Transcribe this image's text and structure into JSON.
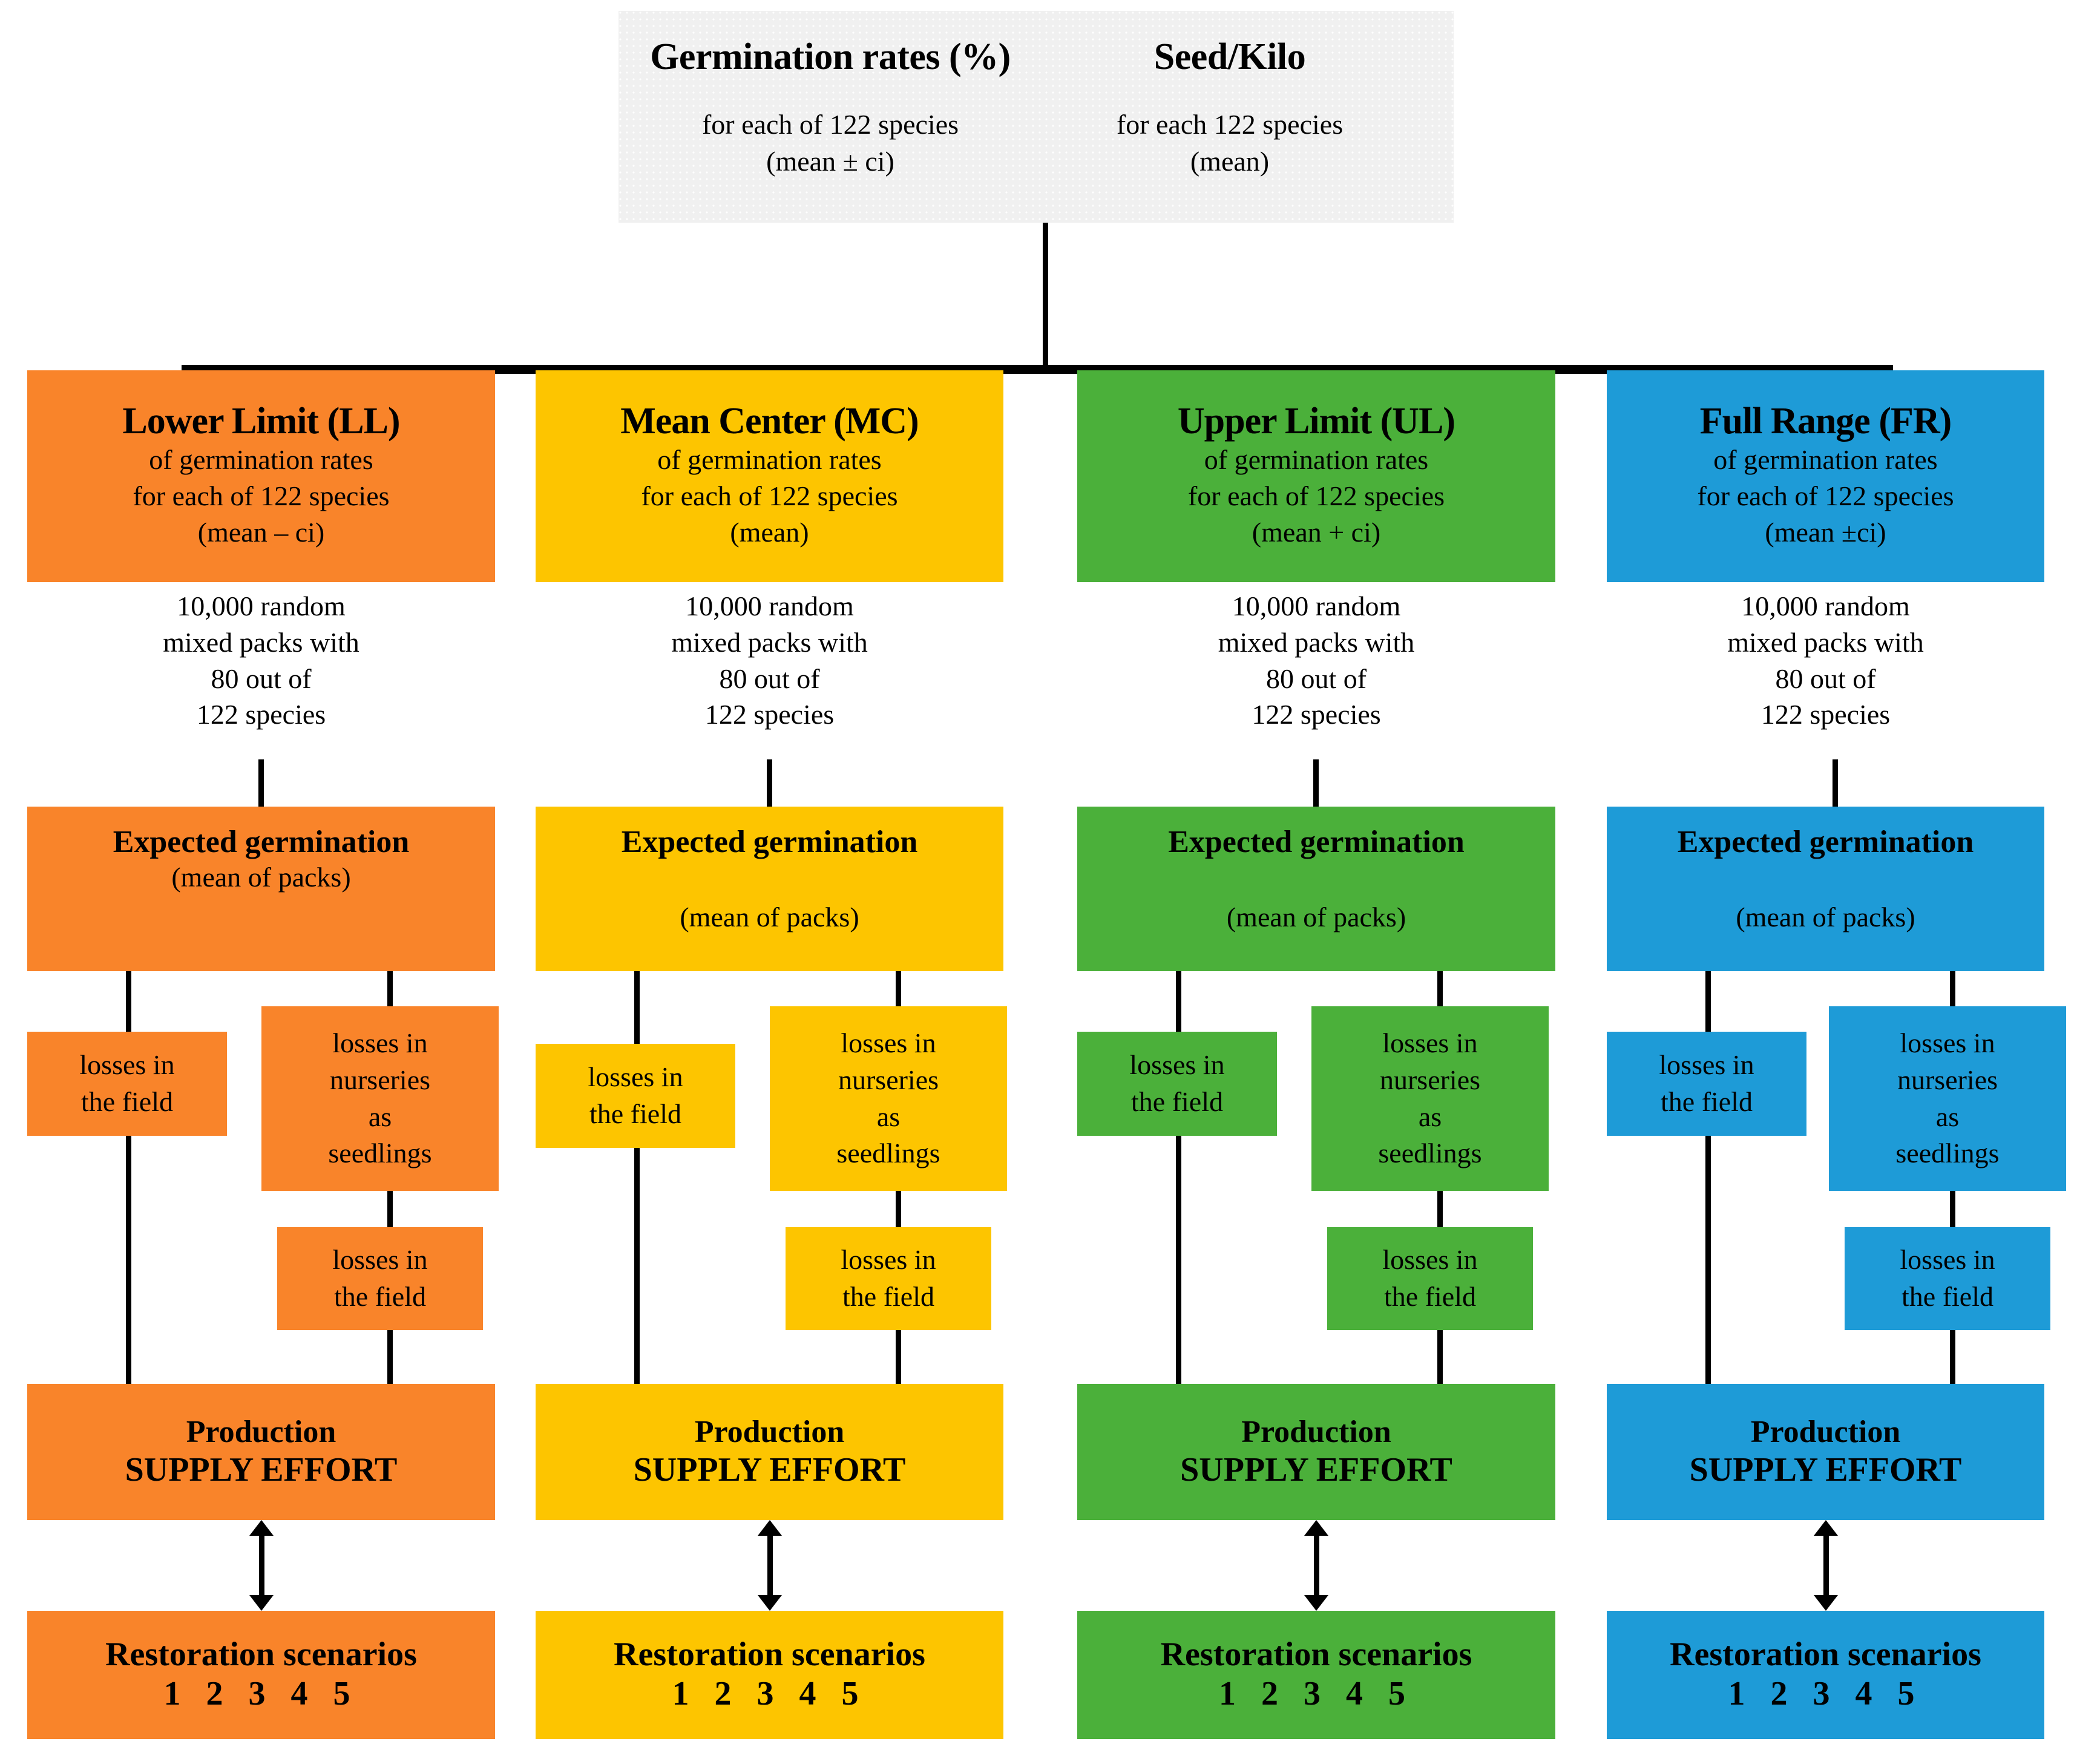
{
  "colors": {
    "orange": "#f9842a",
    "yellow": "#fdc500",
    "green": "#4bb03a",
    "blue": "#1e9bd7",
    "header_bg": "#f0f0f0",
    "line": "#000000"
  },
  "header": {
    "left_title": "Germination rates (%)",
    "left_sub_line1": "for each of 122 species",
    "left_sub_line2": "(mean ± ci)",
    "right_title": "Seed/Kilo",
    "right_sub_line1": "for each 122 species",
    "right_sub_line2": "(mean)"
  },
  "common": {
    "of_germination_rates": "of germination rates",
    "for_each_of_122_species": "for each of 122 species",
    "packs_l1": "10,000 random",
    "packs_l2": "mixed packs with",
    "packs_l3": "80 out of",
    "packs_l4": "122 species",
    "expected_germination": "Expected germination",
    "mean_of_packs": "(mean of packs)",
    "losses_field_l1": "losses in",
    "losses_field_l2": "the field",
    "losses_nursery_l1": "losses in",
    "losses_nursery_l2": "nurseries",
    "losses_nursery_l3": "as",
    "losses_nursery_l4": "seedlings",
    "production_l1": "Production",
    "production_l2": "SUPPLY EFFORT",
    "restoration_title": "Restoration scenarios",
    "restoration_numbers": "1 2 3 4 5"
  },
  "columns": [
    {
      "key": "LL",
      "title": "Lower Limit (LL)",
      "formula": "(mean – ci)",
      "color": "#f9842a"
    },
    {
      "key": "MC",
      "title": "Mean Center (MC)",
      "formula": "(mean)",
      "color": "#fdc500"
    },
    {
      "key": "UL",
      "title": "Upper Limit (UL)",
      "formula": "(mean + ci)",
      "color": "#4bb03a"
    },
    {
      "key": "FR",
      "title": "Full Range (FR)",
      "formula": "(mean ±ci)",
      "color": "#1e9bd7"
    }
  ]
}
